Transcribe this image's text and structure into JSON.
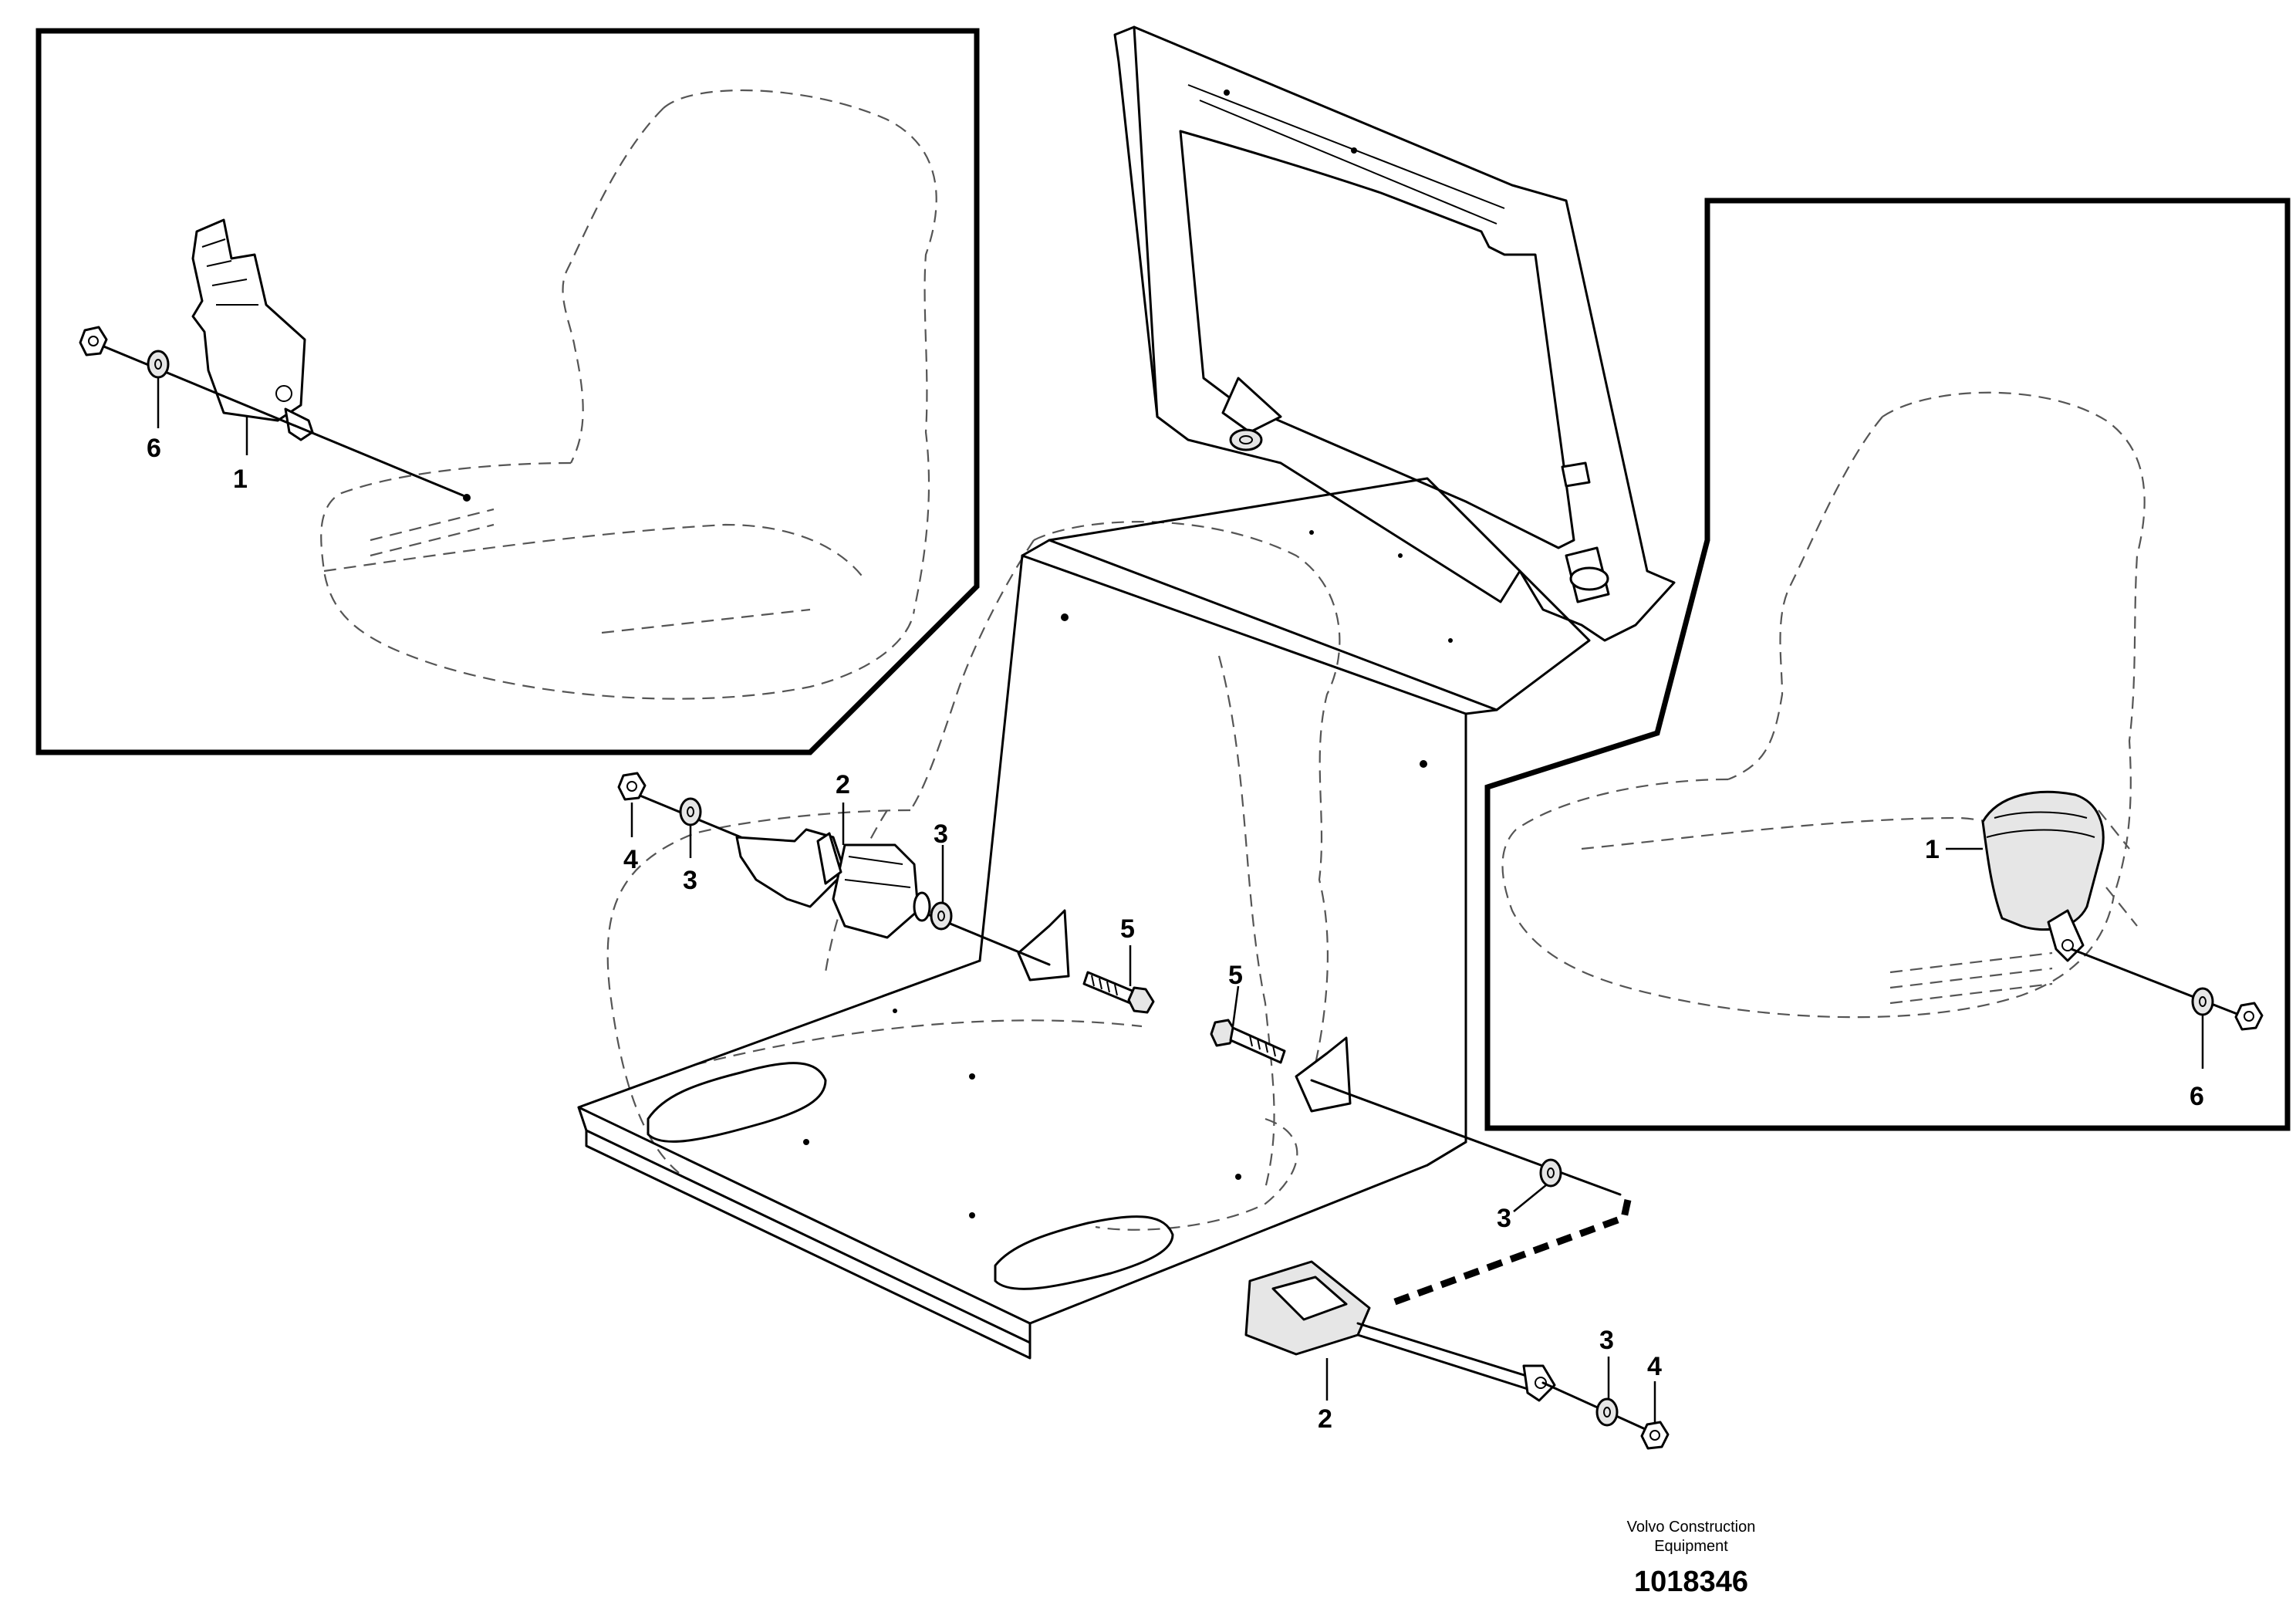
{
  "callouts": {
    "inset_left": {
      "label_1": "1",
      "label_6": "6"
    },
    "inset_right": {
      "label_1": "1",
      "label_6": "6"
    },
    "main": {
      "label_2_top": "2",
      "label_4_left": "4",
      "label_3_left": "3",
      "label_3_mid": "3",
      "label_5_a": "5",
      "label_5_b": "5",
      "label_3_right": "3",
      "label_2_bottom": "2",
      "label_3_bottom": "3",
      "label_4_bottom": "4"
    }
  },
  "footer": {
    "company_line1": "Volvo Construction",
    "company_line2": "Equipment",
    "drawing_number": "1018346"
  }
}
